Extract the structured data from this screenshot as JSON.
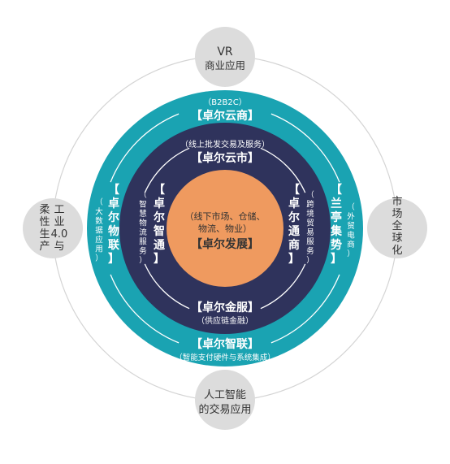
{
  "colors": {
    "outer_ring": "#1aa3b2",
    "middle_ring": "#2f335c",
    "center": "#ef9a5f",
    "satellite": "#dcdcdc",
    "orbit_line": "#d4d4d4",
    "text_dark": "#333333",
    "text_light": "#ffffff"
  },
  "satellites": {
    "top": [
      "VR",
      "商业应用"
    ],
    "bottom": [
      "人工智能",
      "的交易应用"
    ],
    "left": [
      "柔",
      "性",
      "生",
      "产"
    ],
    "left2": [
      "工",
      "业",
      "4.0",
      "与"
    ],
    "right": [
      "市",
      "场",
      "全",
      "球",
      "化"
    ]
  },
  "outer_ring": {
    "top_sub": "（B2B2C）",
    "top_title": "【卓尔云商】",
    "bottom_title": "【卓尔智联】",
    "bottom_sub": "（智能支付硬件与系统集成）",
    "left_title": [
      "【",
      "卓",
      "尔",
      "物",
      "联",
      "】"
    ],
    "left_sub": [
      "（",
      "大",
      "数",
      "据",
      "应",
      "用",
      "）"
    ],
    "right_title": [
      "【",
      "兰",
      "亭",
      "集",
      "势",
      "】"
    ],
    "right_sub": [
      "（",
      "外",
      "贸",
      "电",
      "商",
      "）"
    ]
  },
  "middle_ring": {
    "top_sub": "（线上批发交易及服务）",
    "top_title": "【卓尔云市】",
    "bottom_title": "【卓尔金服】",
    "bottom_sub": "（供应链金融）",
    "left_title": [
      "【",
      "卓",
      "尔",
      "智",
      "通",
      "】"
    ],
    "left_sub": [
      "（",
      "智",
      "慧",
      "物",
      "流",
      "服",
      "务",
      "）"
    ],
    "right_title": [
      "【",
      "卓",
      "尔",
      "通",
      "商",
      "】"
    ],
    "right_sub": [
      "（",
      "跨",
      "境",
      "贸",
      "易",
      "服",
      "务",
      "）"
    ]
  },
  "center": {
    "line1": "（线下市场、仓储、",
    "line2": "物流、物业）",
    "title": "【卓尔发展】"
  }
}
